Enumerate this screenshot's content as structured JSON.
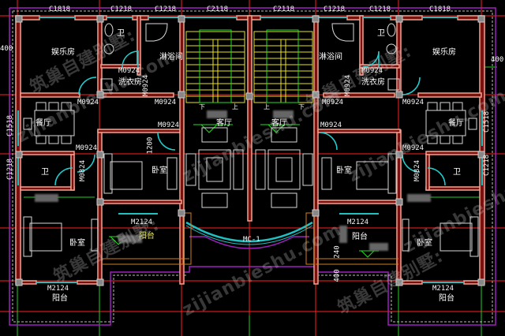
{
  "drawing": {
    "type": "architectural floor plan (CAD)",
    "background": "#000000",
    "colors": {
      "wall": "#f3a28f",
      "wall_fill": "#7a1010",
      "axis_line": "#ff2020",
      "outline": "#a020c0",
      "window": "#20c0c0",
      "door": "#20d0d0",
      "stair": "#e8e020",
      "dimension": "#20e020",
      "furniture": "#d8d8d8",
      "balcony_hatch": "#d08020"
    }
  },
  "windows_top": [
    "C1818",
    "C1218",
    "C1218",
    "C2118",
    "C2118",
    "C1218",
    "C1218",
    "C1818"
  ],
  "windows_side": {
    "left": [
      "C1518",
      "C1218"
    ],
    "right": [
      "C1518",
      "C1218"
    ]
  },
  "dimensions": {
    "left_top": "400",
    "right_top": "400",
    "living_room_left": "1200",
    "right_lower_a": "240",
    "right_lower_b": "400"
  },
  "rooms": {
    "entertainment_left": "娱乐房",
    "entertainment_right": "娱乐房",
    "laundry_left": "洗衣房",
    "laundry_right": "洗衣房",
    "shower_left": "淋浴间",
    "shower_right": "淋浴间",
    "wc_top_left": "卫",
    "wc_top_right": "卫",
    "dining_left": "餐厅",
    "dining_right": "餐厅",
    "living_left": "客厅",
    "living_right": "客厅",
    "bath_left": "卫",
    "bath_right": "卫",
    "bedroom_center_left": "卧室",
    "bedroom_center_right": "卧室",
    "bedroom_left": "卧室",
    "bedroom_right": "卧室",
    "balcony_center_left": "阳台",
    "balcony_center_right": "阳台",
    "balcony_left": "阳台",
    "balcony_right": "阳台"
  },
  "doors": {
    "laundry_left": "M0924",
    "laundry_left_v": "M0924",
    "ent_left": "M0924",
    "stair_left": "M0924",
    "stair_right": "M0924",
    "laundry_right": "M0924",
    "laundry_right_v": "M0924",
    "ent_right": "M0924",
    "bedroom_center_left": "M0924",
    "dining_left": "M0924",
    "bath_left_v": "M0824",
    "dining_right": "M0924",
    "bath_right_v": "M0824",
    "bedroom_center_right": "M0924",
    "balcony_center_left": "M2124",
    "balcony_center_right": "M2124",
    "balcony_left": "M2124",
    "balcony_right": "M2124",
    "main_entry": "MC-1"
  },
  "stairs": {
    "down_left": "下",
    "up_left": "上",
    "up_right": "上",
    "down_right": "下"
  },
  "watermark": {
    "cn": "筑巢自建别墅:",
    "url": "zijianbieshu.com"
  }
}
